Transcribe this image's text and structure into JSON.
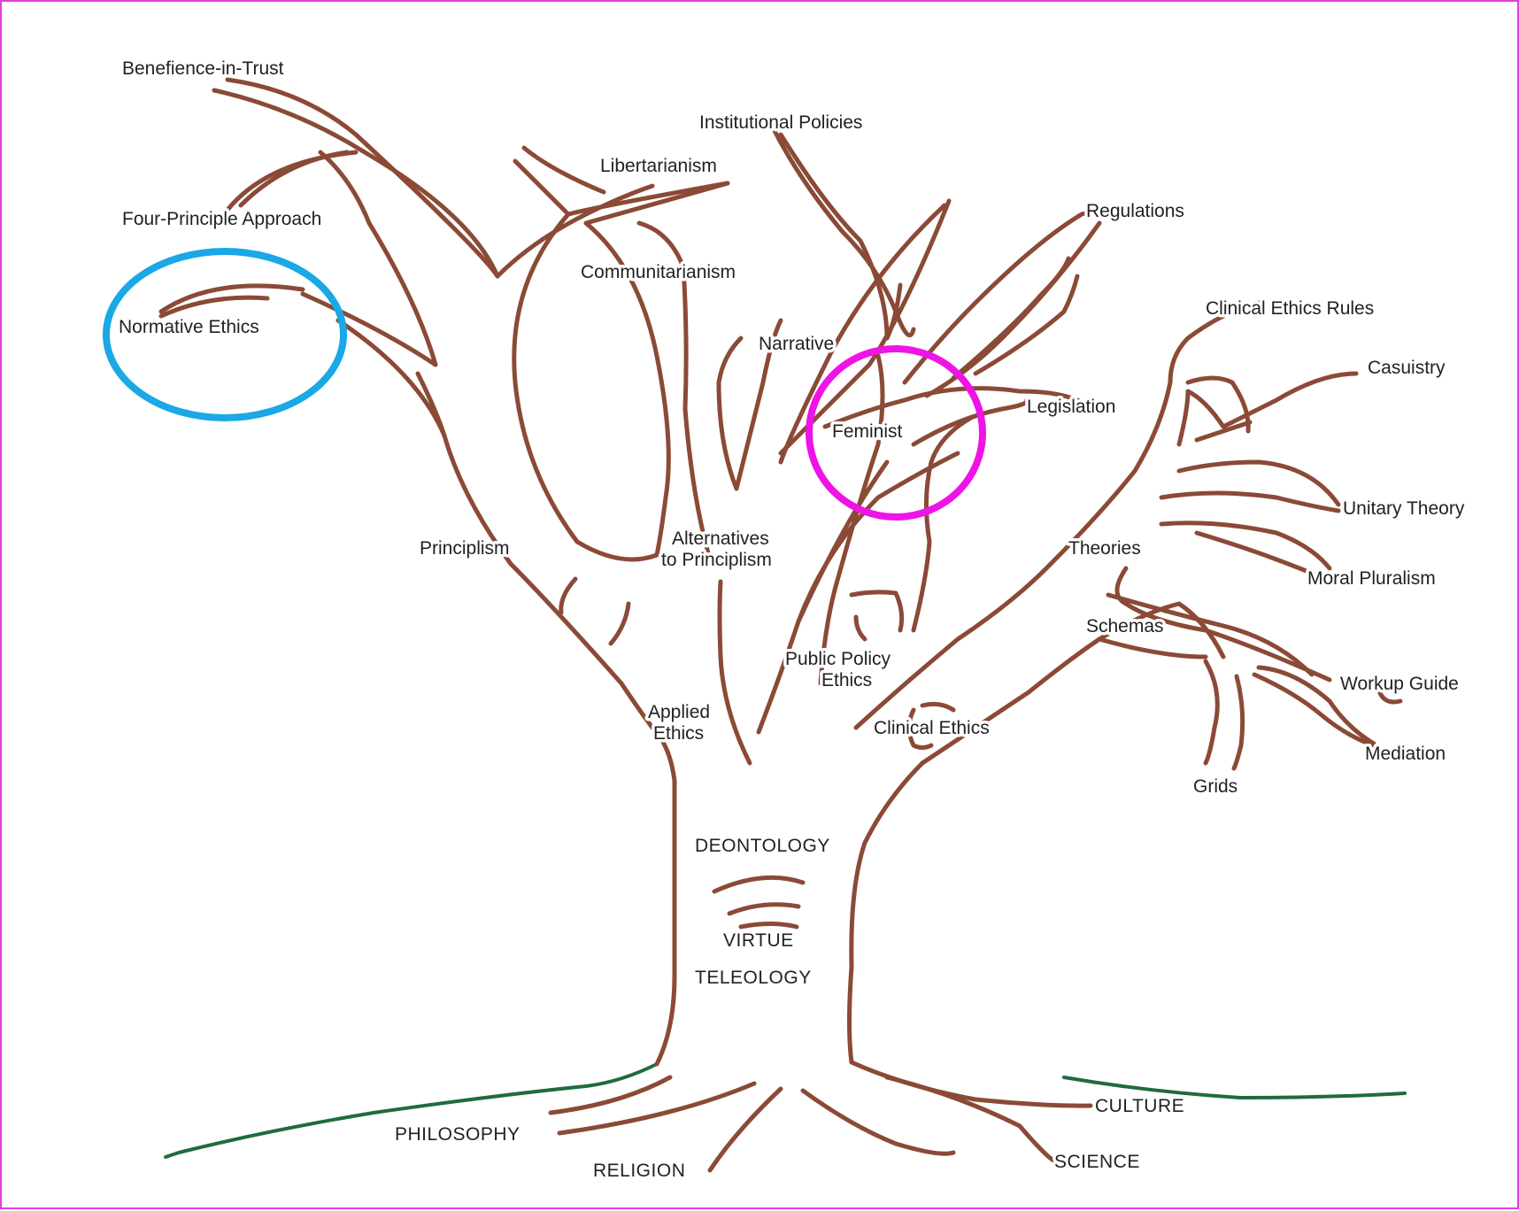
{
  "colors": {
    "branch": "#8b4a36",
    "ground": "#1f6b3f",
    "highlight_blue": "#1aa8e6",
    "highlight_magenta": "#ee14e6",
    "frame": "#e040e0",
    "text": "#222222"
  },
  "labels": {
    "benefience_in_trust": "Benefience-in-Trust",
    "four_principle_approach": "Four-Principle Approach",
    "normative_ethics": "Normative Ethics",
    "institutional_policies": "Institutional Policies",
    "libertarianism": "Libertarianism",
    "communitarianism": "Communitarianism",
    "regulations": "Regulations",
    "clinical_ethics_rules": "Clinical Ethics Rules",
    "casuistry": "Casuistry",
    "narrative": "Narrative",
    "feminist": "Feminist",
    "legislation": "Legislation",
    "unitary_theory": "Unitary Theory",
    "principlism": "Principlism",
    "alternatives_line1": "Alternatives",
    "alternatives_line2": "to Principlism",
    "theories": "Theories",
    "moral_pluralism": "Moral Pluralism",
    "schemas": "Schemas",
    "public_policy_line1": "Public Policy",
    "public_policy_line2": "Ethics",
    "workup_guide": "Workup Guide",
    "applied_line1": "Applied",
    "applied_line2": "Ethics",
    "clinical_ethics": "Clinical Ethics",
    "mediation": "Mediation",
    "grids": "Grids",
    "deontology": "DEONTOLOGY",
    "virtue": "VIRTUE",
    "teleology": "TELEOLOGY",
    "culture": "CULTURE",
    "philosophy": "PHILOSOPHY",
    "science": "SCIENCE",
    "religion": "RELIGION"
  }
}
